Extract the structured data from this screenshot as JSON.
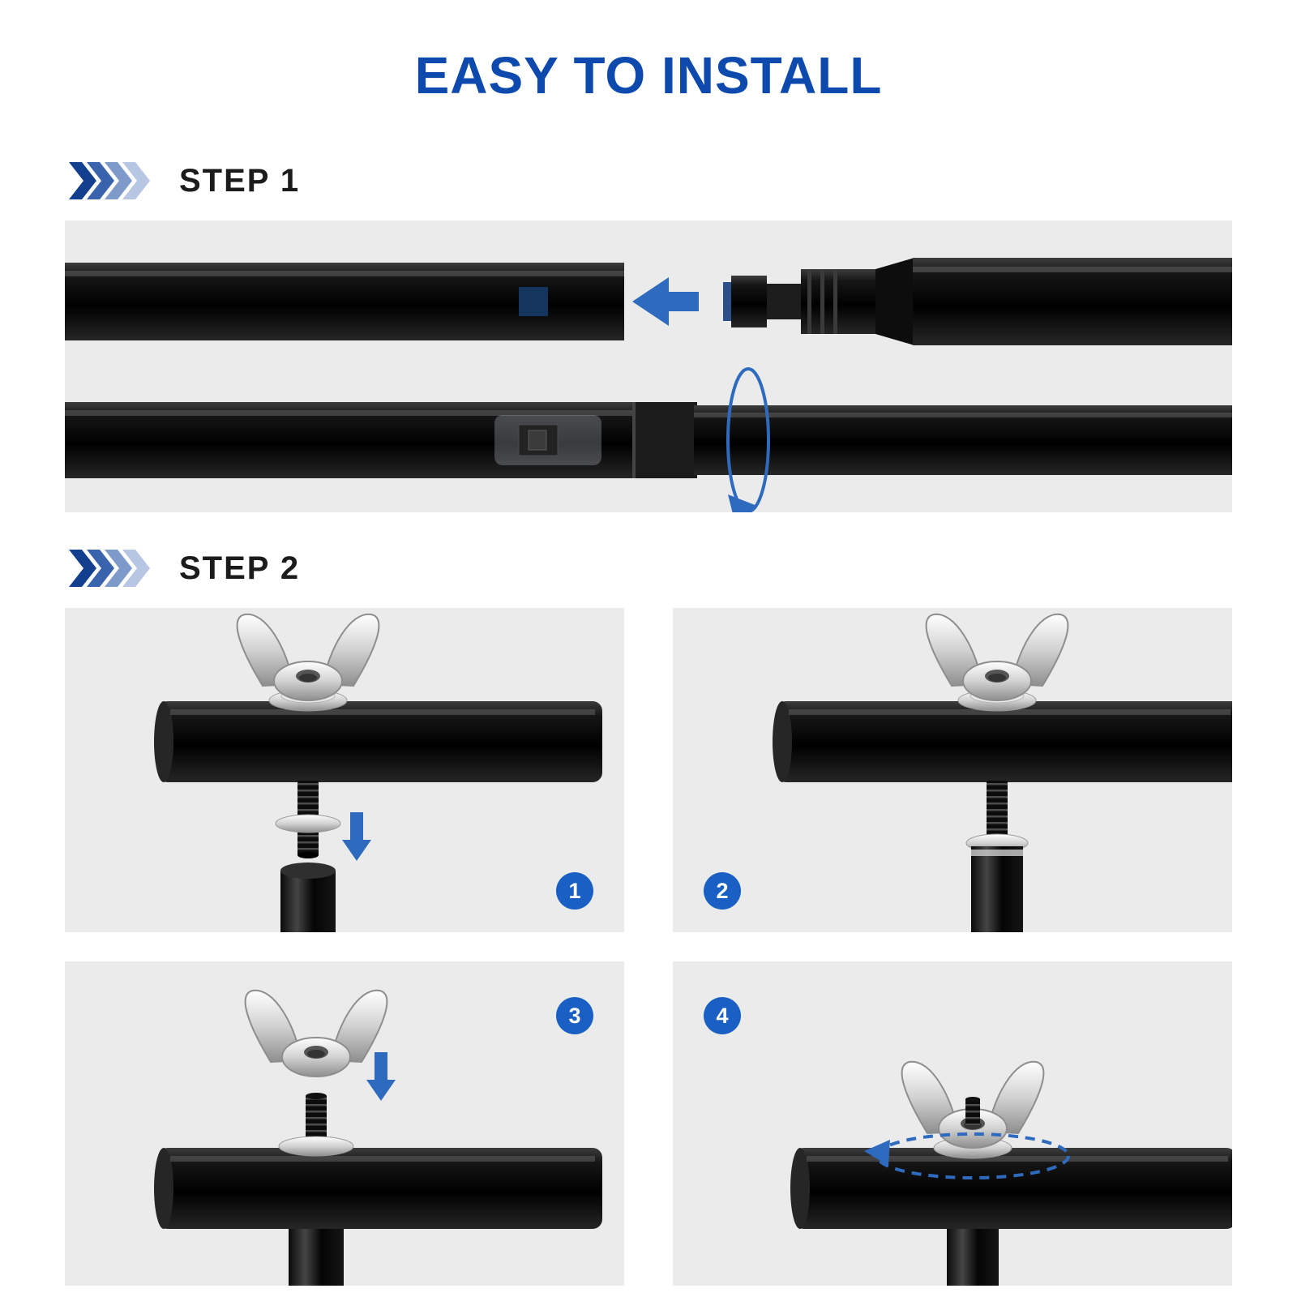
{
  "title": "EASY TO INSTALL",
  "step1": {
    "label": "STEP 1"
  },
  "step2": {
    "label": "STEP 2",
    "panels": [
      {
        "number": "1"
      },
      {
        "number": "2"
      },
      {
        "number": "3"
      },
      {
        "number": "4"
      }
    ]
  },
  "colors": {
    "accent_blue": "#0e4aad",
    "badge_blue": "#1a5fc4",
    "panel_gray": "#ebebeb",
    "arrow_blue": "#2e6bbf"
  },
  "icons": {
    "chevrons": "chevrons-right-icon",
    "arrow_left": "arrow-left-icon",
    "arrow_down": "arrow-down-icon",
    "rotate": "rotate-icon"
  }
}
